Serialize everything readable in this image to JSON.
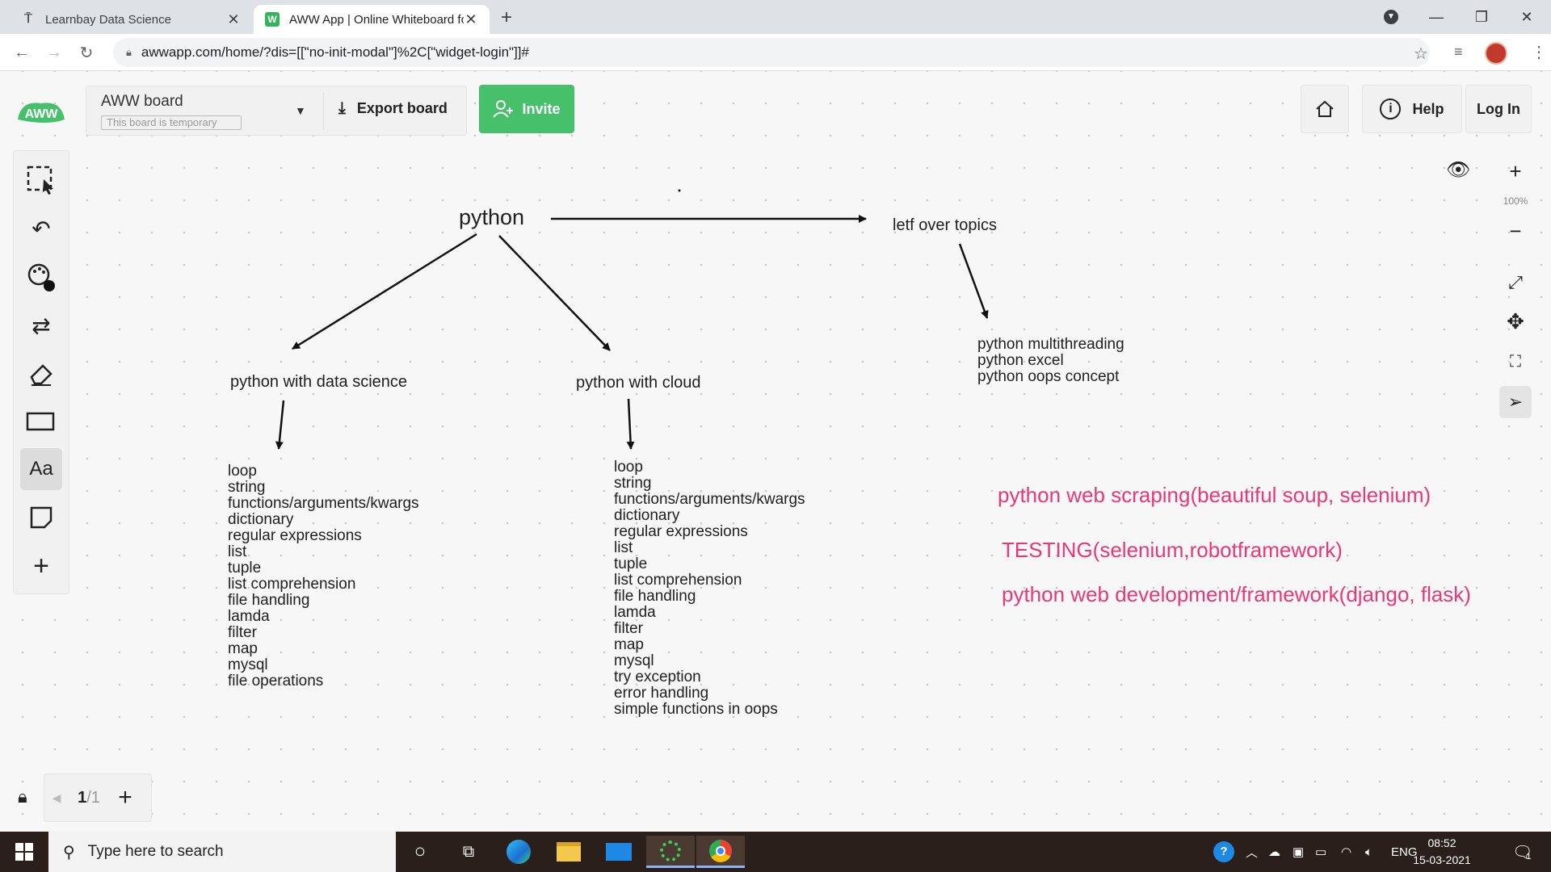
{
  "browser": {
    "tabs": [
      {
        "title": "Learnbay Data Science",
        "icon": "learnbay-favicon"
      },
      {
        "title": "AWW App | Online Whiteboard for...",
        "icon": "aww-favicon"
      }
    ],
    "new_tab": "+",
    "url": "awwapp.com/home/?dis=[[\"no-init-modal\"]%2C[\"widget-login\"]]#"
  },
  "header": {
    "logo_text": "AWW",
    "board_name": "AWW board",
    "temp_badge": "This board is temporary",
    "export_label": "Export board",
    "invite_label": "Invite",
    "help_label": "Help",
    "login_label": "Log In"
  },
  "zoom": {
    "level": "100%"
  },
  "pager": {
    "current": "1",
    "total": "/1"
  },
  "board": {
    "python": "python",
    "leftover": "letf over topics",
    "ds_title": "python with data science",
    "cloud_title": "python with cloud",
    "ds_items": [
      "loop",
      "string",
      "functions/arguments/kwargs",
      "dictionary",
      "regular expressions",
      "list",
      "tuple",
      "list comprehension",
      "file handling",
      "lamda",
      "filter",
      "map",
      "mysql",
      "file operations"
    ],
    "cloud_items": [
      "loop",
      "string",
      "functions/arguments/kwargs",
      "dictionary",
      "regular expressions",
      "list",
      "tuple",
      "list comprehension",
      "file handling",
      "lamda",
      "filter",
      "map",
      "mysql",
      "try exception",
      "error handling",
      "simple functions in oops"
    ],
    "leftover_items": [
      "python multithreading",
      "python excel",
      "python oops concept"
    ],
    "pink_items": [
      "python web scraping(beautiful soup, selenium)",
      "TESTING(selenium,robotframework)",
      "python web development/framework(django, flask)"
    ],
    "pink_color": "#e73878"
  },
  "taskbar": {
    "search_placeholder": "Type here to search",
    "lang": "ENG",
    "time": "08:52",
    "date": "15-03-2021",
    "notif_count": "1"
  }
}
